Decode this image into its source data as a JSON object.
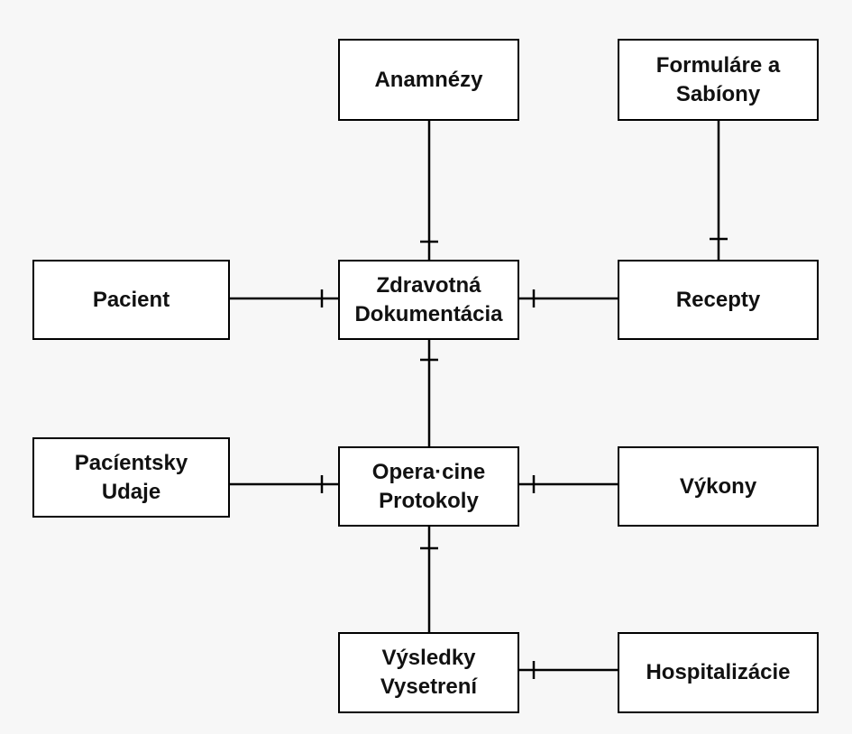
{
  "diagram": {
    "line_color": "#000000",
    "box_border_color": "#000000",
    "box_fill_color": "#ffffff",
    "background_color": "#f7f7f7",
    "nodes": {
      "anamnezy": {
        "lines": [
          "Anamnézy"
        ]
      },
      "formulare": {
        "lines": [
          "Formuláre a",
          "Sabíony"
        ]
      },
      "pacient": {
        "lines": [
          "Pacient"
        ]
      },
      "zdravotna": {
        "lines": [
          "Zdravotná",
          "Dokumentácia"
        ]
      },
      "recepty": {
        "lines": [
          "Recepty"
        ]
      },
      "pacientsky": {
        "lines": [
          "Pacíentsky",
          "Udaje"
        ]
      },
      "operacne": {
        "lines": [
          "Opera·cine",
          "Protokoly"
        ]
      },
      "vykony": {
        "lines": [
          "Výkony"
        ]
      },
      "vysledky": {
        "lines": [
          "Výsledky",
          "Vysetrení"
        ]
      },
      "hospitalizacie": {
        "lines": [
          "Hospitalizácie"
        ]
      }
    },
    "edges": [
      {
        "from": "anamnezy",
        "to": "zdravotna"
      },
      {
        "from": "formulare",
        "to": "recepty"
      },
      {
        "from": "pacient",
        "to": "zdravotna"
      },
      {
        "from": "recepty",
        "to": "zdravotna"
      },
      {
        "from": "operacne",
        "to": "zdravotna"
      },
      {
        "from": "pacientsky",
        "to": "operacne"
      },
      {
        "from": "vykony",
        "to": "operacne"
      },
      {
        "from": "vysledky",
        "to": "operacne"
      },
      {
        "from": "hospitalizacie",
        "to": "vysledky"
      }
    ]
  }
}
